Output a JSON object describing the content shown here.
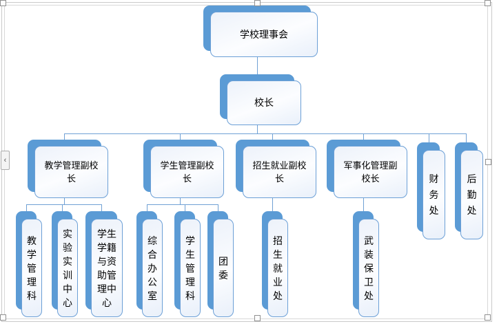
{
  "colors": {
    "shape_accent": "#5b9bd5",
    "connector": "#6fa0d4",
    "face_border": "#6b9fd6",
    "frame_gray": "#c9c9c9"
  },
  "nodes": {
    "board": {
      "label": "学校理事会"
    },
    "principal": {
      "label": "校长"
    },
    "vp_teaching": {
      "label": "教学管理副校长"
    },
    "vp_student": {
      "label": "学生管理副校长"
    },
    "vp_admissions": {
      "label": "招生就业副校长"
    },
    "vp_military": {
      "label": "军事化管理副校长"
    },
    "finance": {
      "label": "财务处"
    },
    "logistics": {
      "label": "后勤处"
    },
    "teaching_section": {
      "label": "教学管理科"
    },
    "training_center": {
      "label": "实验实训中心"
    },
    "registry_center": {
      "label": "学生学籍与资助管理中心"
    },
    "general_office": {
      "label": "综合办公室"
    },
    "student_section": {
      "label": "学生管理科"
    },
    "youth_league": {
      "label": "团委"
    },
    "admissions_office": {
      "label": "招生就业处"
    },
    "security_office": {
      "label": "武装保卫处"
    }
  },
  "org_structure": {
    "root": "学校理事会",
    "children": [
      {
        "name": "校长",
        "children": [
          {
            "name": "教学管理副校长",
            "children": [
              "教学管理科",
              "实验实训中心",
              "学生学籍与资助管理中心"
            ]
          },
          {
            "name": "学生管理副校长",
            "children": [
              "综合办公室",
              "学生管理科",
              "团委"
            ]
          },
          {
            "name": "招生就业副校长",
            "children": [
              "招生就业处"
            ]
          },
          {
            "name": "军事化管理副校长",
            "children": [
              "武装保卫处"
            ]
          },
          {
            "name": "财务处",
            "children": []
          },
          {
            "name": "后勤处",
            "children": []
          }
        ]
      }
    ]
  },
  "icons": {
    "text_pane_chevron": "‹"
  }
}
